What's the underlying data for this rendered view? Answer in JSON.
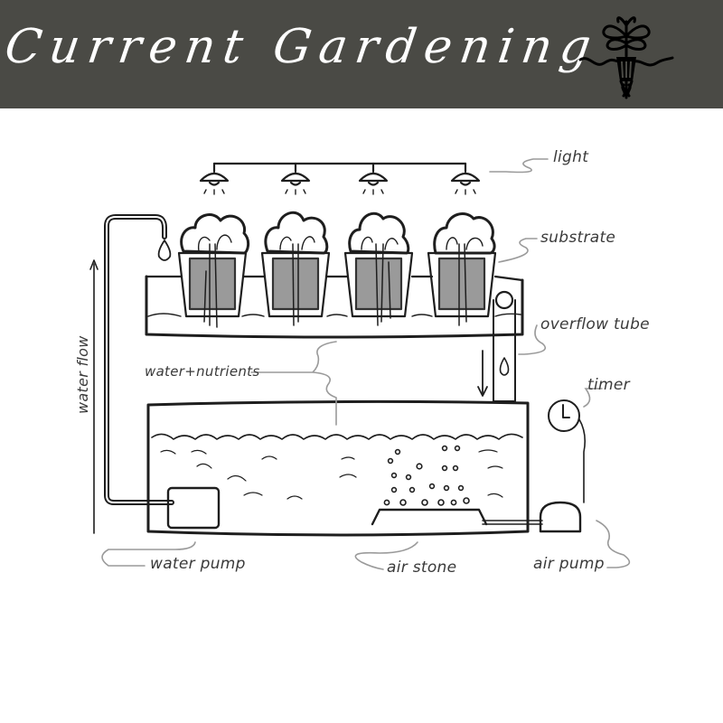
{
  "header": {
    "title": "Current Gardening",
    "logo_icon": "hydroponic-plant-icon",
    "background_color": "#4a4a45",
    "title_color": "#ffffff"
  },
  "diagram": {
    "subject": "Hydroponic ebb-and-flow system",
    "labels": {
      "light": "light",
      "substrate": "substrate",
      "overflow_tube": "overflow tube",
      "timer": "timer",
      "water_nutrients": "water+nutrients",
      "water_flow": "water flow",
      "water_pump": "water pump",
      "air_stone": "air stone",
      "air_pump": "air pump"
    },
    "counts": {
      "lights": 4,
      "plant_pots": 4
    },
    "line_color": "#1e1e1e",
    "label_color": "#3a3a3a"
  }
}
